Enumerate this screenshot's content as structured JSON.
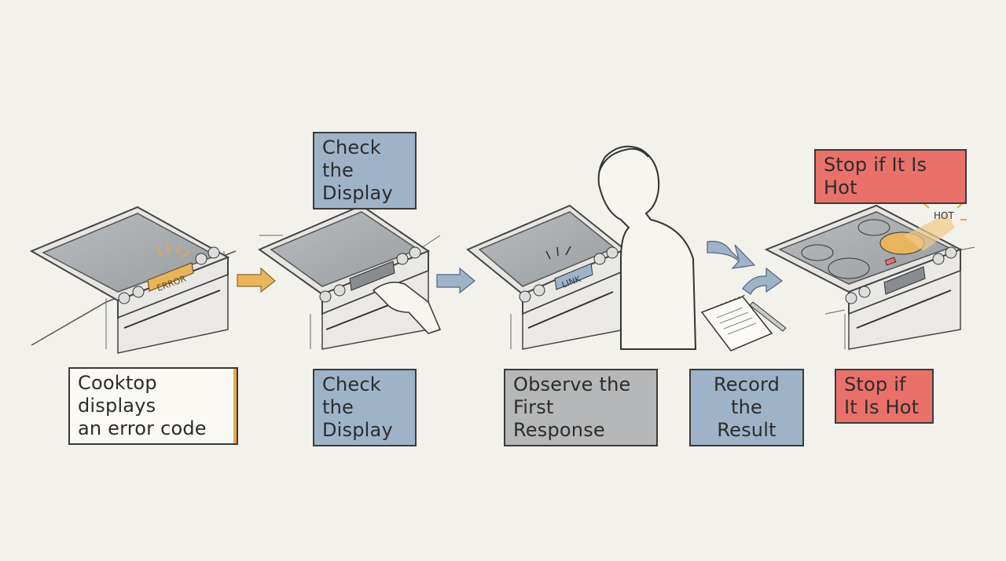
{
  "steps": [
    {
      "caption": "Cooktop displays an error code",
      "line1": "Cooktop displays",
      "line2": "an error code"
    },
    {
      "caption": "Check the Display",
      "line1": "Check the",
      "line2": "Display"
    },
    {
      "caption": "Observe the First Response",
      "line1": "Observe the",
      "line2": "First Response"
    },
    {
      "caption": "Record the Result",
      "line1": "Record the",
      "line2": "Result"
    },
    {
      "caption": "Stop if It Is Hot",
      "line1": "Stop if",
      "line2": "It Is Hot"
    }
  ],
  "top_labels": {
    "check_line1": "Check the",
    "check_line2": "Display",
    "stop": "Stop if It Is Hot"
  },
  "display_texts": {
    "error": "ERROR",
    "link": "LINK",
    "hot": "HOT"
  },
  "colors": {
    "accent_orange": "#e2a94a",
    "label_blue": "#9fb3c8",
    "label_grey": "#b5b7b8",
    "label_red": "#e9716a",
    "arrow_orange": "#e8b45c",
    "arrow_blue": "#7f9ab6"
  }
}
